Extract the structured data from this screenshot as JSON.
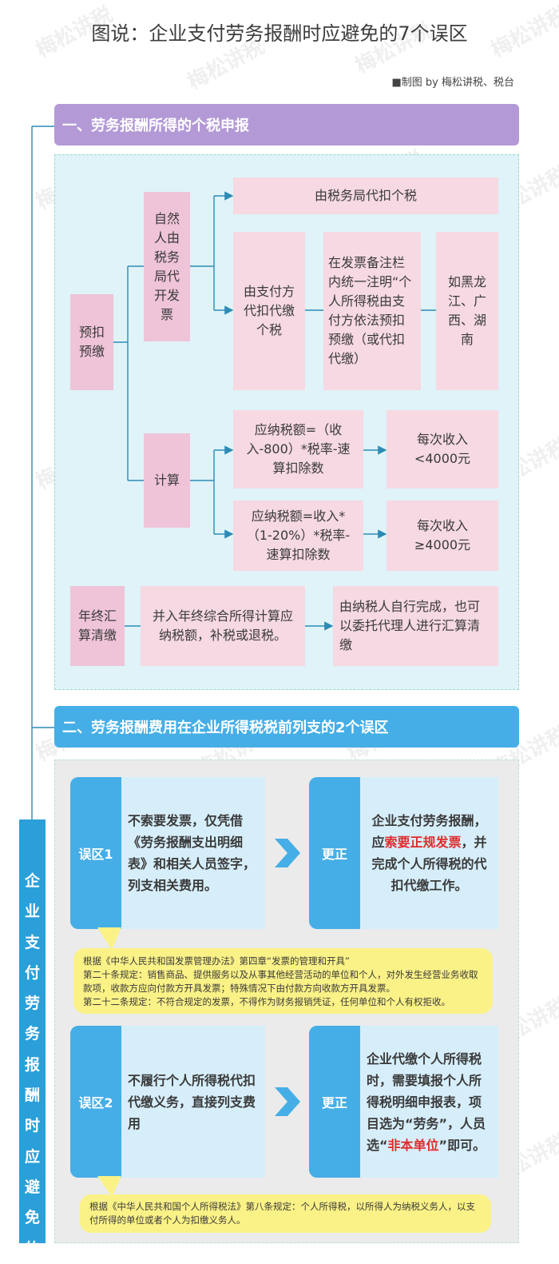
{
  "title": "图说：企业支付劳务报酬时应避免的7个误区",
  "credit": "■制图 by 梅松讲税、税台",
  "watermark": "梅松讲税",
  "sidebar_text": [
    "企",
    "业",
    "支",
    "付",
    "劳",
    "务",
    "报",
    "酬",
    "时",
    "应",
    "避",
    "免",
    "的"
  ],
  "section1": {
    "header": "一、劳务报酬所得的个税申报",
    "prepay": "预扣预缴",
    "tax_office_invoice": "自然人由税务局代开发票",
    "withheld_by_tax_office": "由税务局代扣个税",
    "payer_withhold": "由支付方代扣代缴个税",
    "invoice_note": "在发票备注栏内统一注明“个人所得税由支付方依法预扣预缴（或代扣代缴）",
    "regions": "如黑龙江、广西、湖南",
    "calc": "计算",
    "formula1": "应纳税额=（收入-800）*税率-速算扣除数",
    "cond1": "每次收入<4000元",
    "formula2": "应纳税额=收入*（1-20%）*税率-速算扣除数",
    "cond2": "每次收入≥4000元",
    "annual": "年终汇算清缴",
    "annual_desc": "并入年终综合所得计算应纳税额，补税或退税。",
    "annual_who": "由纳税人自行完成，也可以委托代理人进行汇算清缴"
  },
  "section2": {
    "header": "二、劳务报酬费用在企业所得税税前列支的2个误区",
    "err1": {
      "tag": "误区1",
      "text": "不索要发票，仅凭借《劳务报酬支出明细表》和相关人员签字，列支相关费用。",
      "fix_tag": "更正",
      "fix_pre": "企业支付劳务报酬，应",
      "fix_red": "索要正规发票",
      "fix_post": "，并完成个人所得税的代扣代缴工作。",
      "note_lines": [
        "根据《中华人民共和国发票管理办法》第四章“发票的管理和开具”",
        "第二十条规定：销售商品、提供服务以及从事其他经营活动的单位和个人，对外发生经营业务收取款项，收款方应向付款方开具发票；特殊情况下由付款方向收款方开具发票。",
        "第二十二条规定：不符合规定的发票，不得作为财务报销凭证，任何单位和个人有权拒收。"
      ]
    },
    "err2": {
      "tag": "误区2",
      "text": "不履行个人所得税代扣代缴义务，直接列支费用",
      "fix_tag": "更正",
      "fix_pre": "企业代缴个人所得税时，需要填报个人所得税明细申报表，项目选为“劳务”，人员选“",
      "fix_red": "非本单位",
      "fix_post": "”即可。",
      "note_lines": [
        "根据《中华人民共和国个人所得税法》第八条规定：个人所得税，以所得人为纳税义务人，以支付所得的单位或者个人为扣缴义务人。"
      ]
    }
  },
  "colors": {
    "section1_header": "#b39ad6",
    "section1_panel": "#dff3f8",
    "section2_header": "#45aee6",
    "section2_panel": "#ebebeb",
    "pink_box": "#f6d9e2",
    "note_yellow": "#fbf287",
    "emphasis_red": "#e02b2b"
  }
}
